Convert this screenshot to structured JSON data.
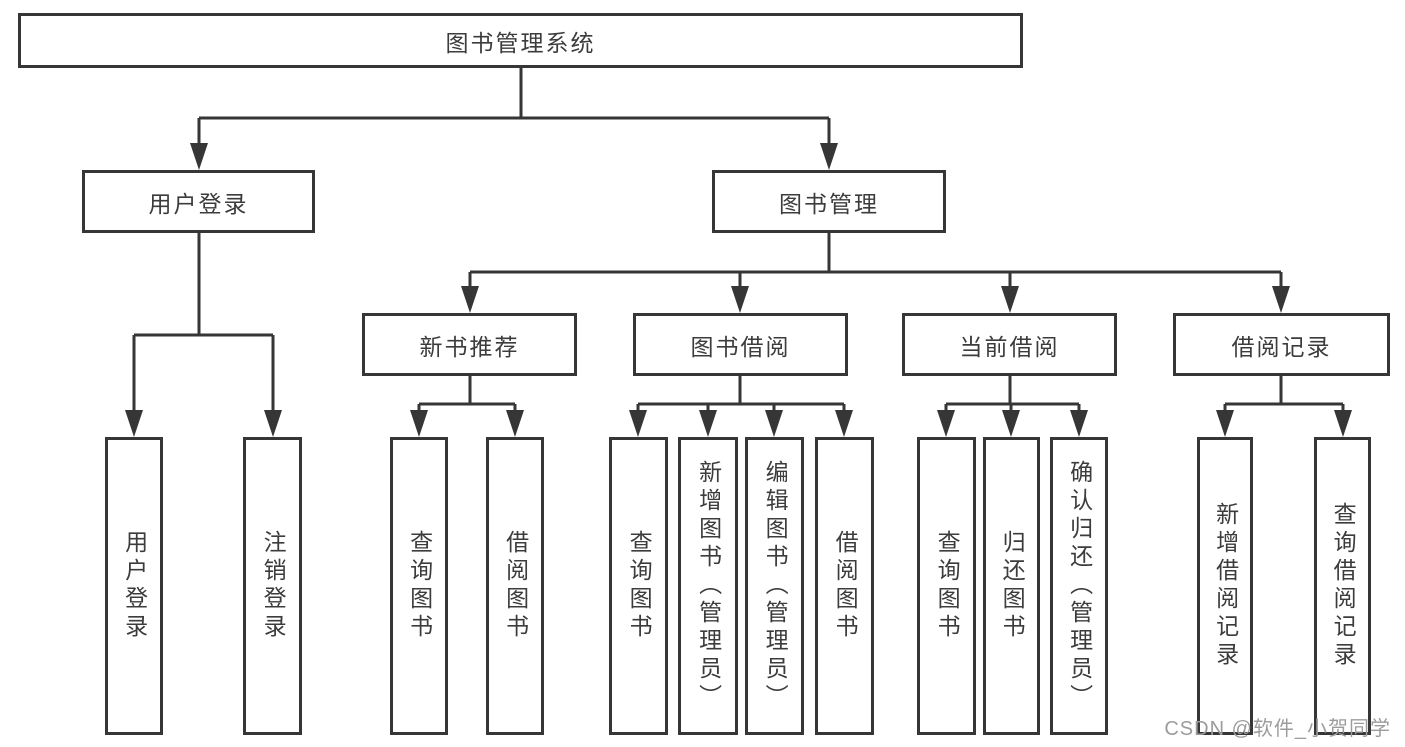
{
  "diagram": {
    "root": {
      "label": "图书管理系统"
    },
    "level2": [
      {
        "label": "用户登录"
      },
      {
        "label": "图书管理"
      }
    ],
    "level3": [
      {
        "label": "新书推荐",
        "parent": "图书管理"
      },
      {
        "label": "图书借阅",
        "parent": "图书管理"
      },
      {
        "label": "当前借阅",
        "parent": "图书管理"
      },
      {
        "label": "借阅记录",
        "parent": "图书管理"
      }
    ],
    "leaves": [
      {
        "label": "用户登录",
        "parent": "用户登录"
      },
      {
        "label": "注销登录",
        "parent": "用户登录"
      },
      {
        "label": "查询图书",
        "parent": "新书推荐"
      },
      {
        "label": "借阅图书",
        "parent": "新书推荐"
      },
      {
        "label": "查询图书",
        "parent": "图书借阅"
      },
      {
        "label": "新增图书（管理员）",
        "parent": "图书借阅"
      },
      {
        "label": "编辑图书（管理员）",
        "parent": "图书借阅"
      },
      {
        "label": "借阅图书",
        "parent": "图书借阅"
      },
      {
        "label": "查询图书",
        "parent": "当前借阅"
      },
      {
        "label": "归还图书",
        "parent": "当前借阅"
      },
      {
        "label": "确认归还（管理员）",
        "parent": "当前借阅"
      },
      {
        "label": "新增借阅记录",
        "parent": "借阅记录"
      },
      {
        "label": "查询借阅记录",
        "parent": "借阅记录"
      }
    ],
    "watermark": "CSDN @软件_小贺同学",
    "colors": {
      "line": "#363636",
      "text": "#3c3c3c",
      "box_background": "#ffffff",
      "background": "#ffffff",
      "watermark": "#9c9c9c"
    }
  }
}
